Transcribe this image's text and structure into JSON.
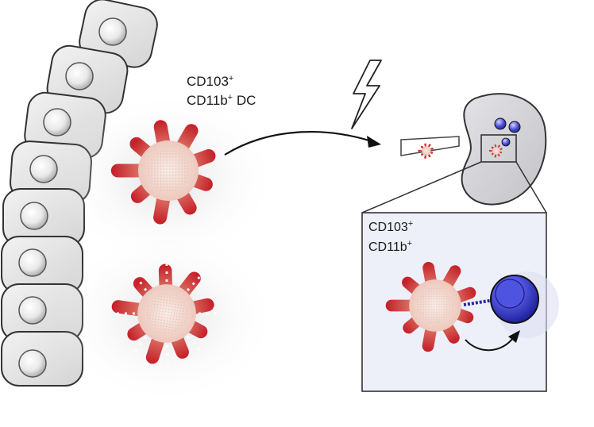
{
  "labels": {
    "dc_label": {
      "line1": "CD103",
      "line1_sup": "+",
      "line2": "CD11b",
      "line2_sup": "+",
      "line2_suffix": " DC"
    },
    "inset_label": {
      "line1": "CD103",
      "line1_sup": "+",
      "line2": "CD11b",
      "line2_sup": "+"
    }
  },
  "icons": {
    "epithelium": "epithelial-cell-column",
    "dc_top": "dendritic-cell",
    "dc_bottom": "dendritic-cell-dotted",
    "migration": "curved-arrow",
    "signal": "lightning-bolt",
    "lymph_node": "lymph-node",
    "inset_dc": "dendritic-cell",
    "t_cell": "t-cell-sphere",
    "interaction": "curved-arrow"
  },
  "colors": {
    "cell_fill": "#e4e4e4",
    "cell_stroke": "#333333",
    "dc_body": "#f3d8cf",
    "dc_tip": "#c8202a",
    "node_fill": "#d6d6da",
    "inset_bg": "#eeeff8",
    "t_cell": "#3b3fd0"
  }
}
